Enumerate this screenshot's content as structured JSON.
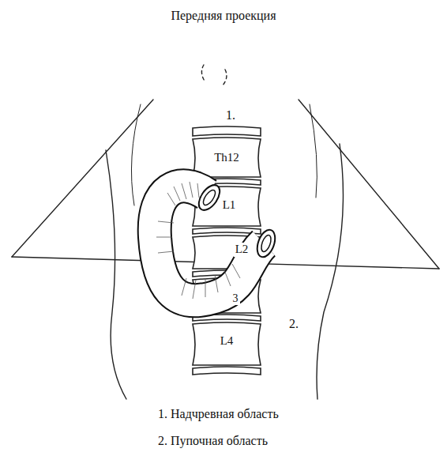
{
  "diagram": {
    "title": "Передняя проекция",
    "labels": [
      "1.",
      "Th12",
      "L1",
      "L2",
      "3",
      "L4",
      "2.",
      "1. Надчревная область",
      "2. Пупочная область"
    ]
  }
}
